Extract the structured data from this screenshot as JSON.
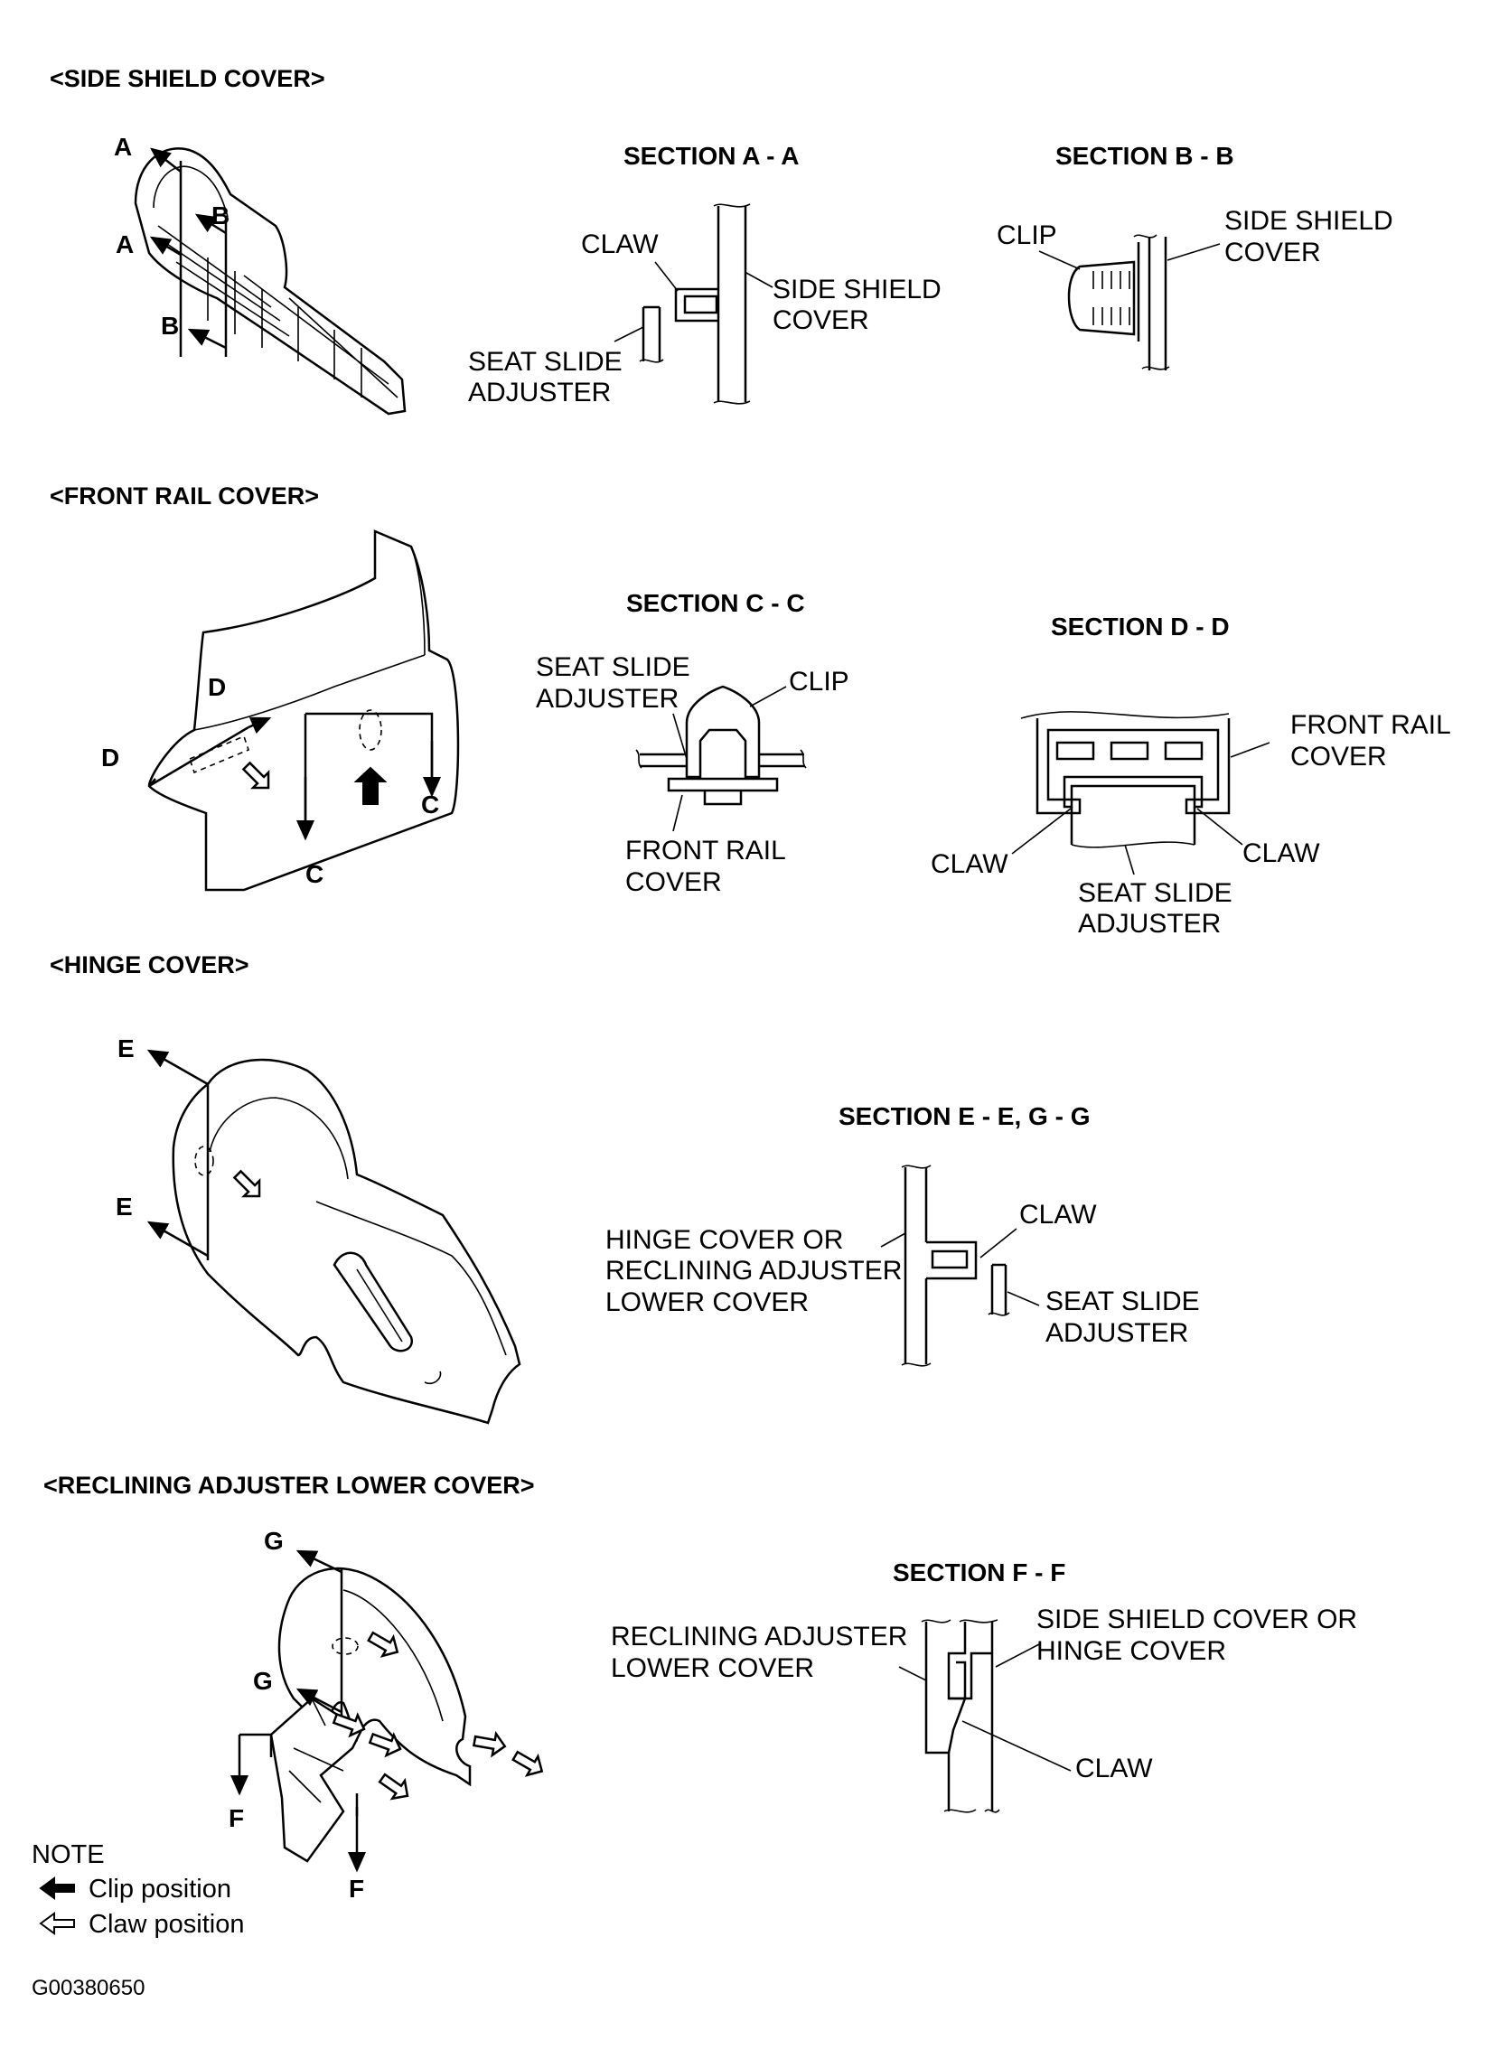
{
  "sections": {
    "side_shield": {
      "title": "<SIDE SHIELD COVER>",
      "cut_letters": [
        "A",
        "A",
        "B",
        "B"
      ],
      "section_aa": {
        "title": "SECTION A - A",
        "claw": "CLAW",
        "cover_1": "SIDE SHIELD",
        "cover_2": "COVER",
        "adj_1": "SEAT SLIDE",
        "adj_2": "ADJUSTER"
      },
      "section_bb": {
        "title": "SECTION B - B",
        "clip": "CLIP",
        "cover_1": "SIDE SHIELD",
        "cover_2": "COVER"
      }
    },
    "front_rail": {
      "title": "<FRONT RAIL COVER>",
      "cut_letters": [
        "D",
        "D",
        "C",
        "C"
      ],
      "section_cc": {
        "title": "SECTION C - C",
        "adj_1": "SEAT SLIDE",
        "adj_2": "ADJUSTER",
        "clip": "CLIP",
        "cover_1": "FRONT RAIL",
        "cover_2": "COVER"
      },
      "section_dd": {
        "title": "SECTION D - D",
        "cover_1": "FRONT RAIL",
        "cover_2": "COVER",
        "claw_left": "CLAW",
        "claw_right": "CLAW",
        "adj_1": "SEAT SLIDE",
        "adj_2": "ADJUSTER"
      }
    },
    "hinge": {
      "title": "<HINGE COVER>",
      "cut_letters": [
        "E",
        "E"
      ],
      "section_eg": {
        "title": "SECTION E - E, G - G",
        "cover_1": "HINGE COVER OR",
        "cover_2": "RECLINING ADJUSTER",
        "cover_3": "LOWER COVER",
        "claw": "CLAW",
        "adj_1": "SEAT SLIDE",
        "adj_2": "ADJUSTER"
      }
    },
    "reclining": {
      "title": "<RECLINING ADJUSTER LOWER COVER>",
      "cut_letters": [
        "G",
        "G",
        "F",
        "F"
      ],
      "section_ff": {
        "title": "SECTION F - F",
        "left_1": "RECLINING ADJUSTER",
        "left_2": "LOWER COVER",
        "right_1": "SIDE SHIELD COVER OR",
        "right_2": "HINGE COVER",
        "claw": "CLAW"
      }
    }
  },
  "note": {
    "title": "NOTE",
    "clip": "Clip position",
    "claw": "Claw position"
  },
  "figure_code": "G00380650"
}
